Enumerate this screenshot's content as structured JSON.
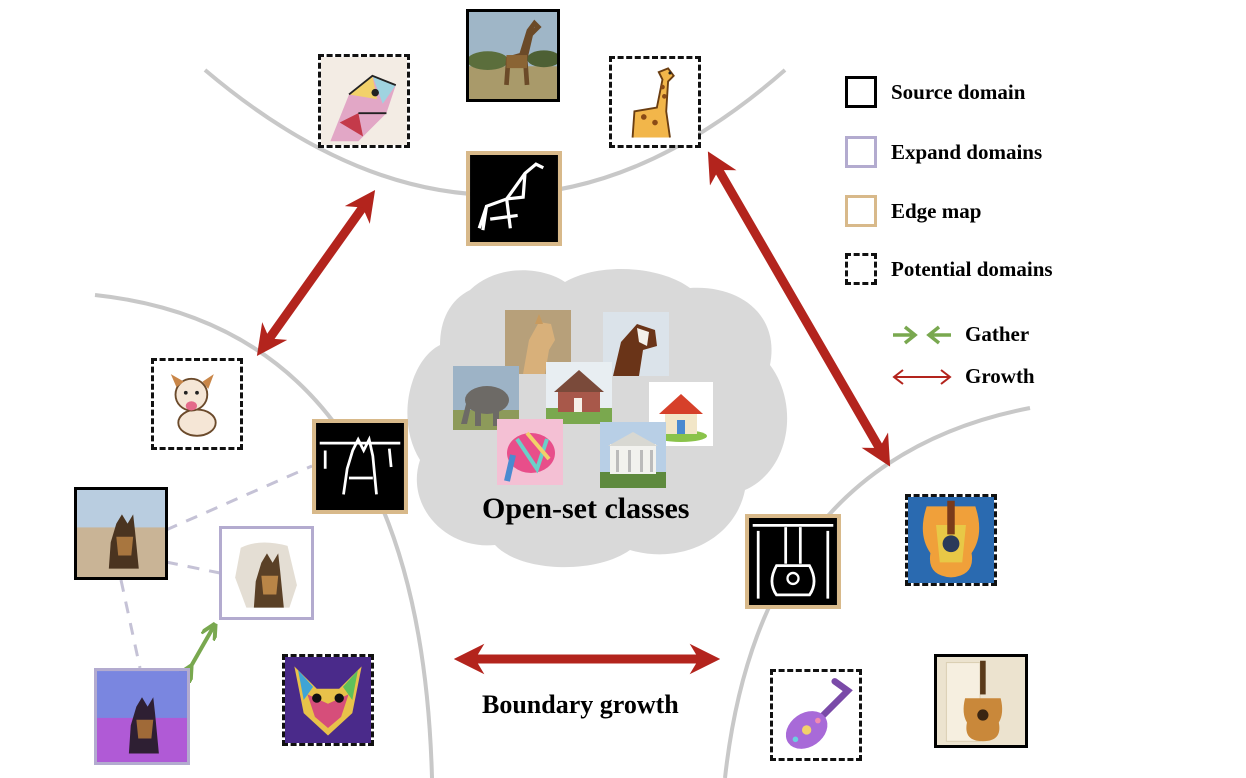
{
  "legend": {
    "source": "Source domain",
    "expand": "Expand domains",
    "edge": "Edge map",
    "potential": "Potential domains",
    "gather": "Gather",
    "growth": "Growth"
  },
  "labels": {
    "open_set": "Open-set classes",
    "boundary": "Boundary growth"
  },
  "colors": {
    "growth_arrow": "#b3241d",
    "gather_arrow": "#79a84f",
    "boundary_line": "#c8c8c8",
    "source_border": "#000000",
    "expand_border": "#b3abcf",
    "edge_border": "#d8b98a",
    "cloud": "#d9d9d9"
  },
  "classes": {
    "giraffe": [
      "giraffe-photo",
      "giraffe-painting",
      "giraffe-cartoon",
      "giraffe-edge-map"
    ],
    "dog": [
      "dog-photo",
      "dog-cartoon",
      "dog-edge-map",
      "dog-expanded",
      "dog-purple",
      "dog-art"
    ],
    "guitar": [
      "guitar-photo",
      "guitar-edge-map",
      "guitar-painting",
      "guitar-toy"
    ],
    "open_set": [
      "horse",
      "horse",
      "elephant",
      "house",
      "house",
      "elephant-painting",
      "mansion"
    ]
  }
}
